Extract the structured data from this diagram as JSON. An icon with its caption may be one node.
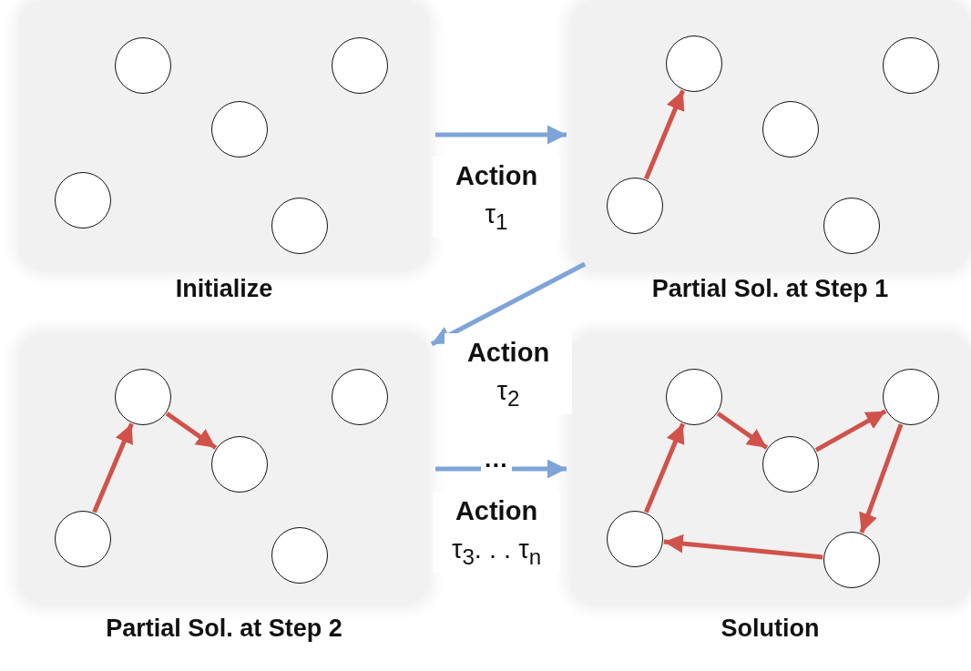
{
  "diagram": {
    "nodes": [
      {
        "text": [
          "Initialize"
        ]
      },
      {
        "text": [],
        "shape": "circle",
        "in": 0
      },
      {
        "text": [],
        "shape": "circle",
        "in": 0
      },
      {
        "text": [],
        "shape": "circle",
        "in": 0
      },
      {
        "text": [],
        "shape": "circle",
        "in": 0
      },
      {
        "text": [],
        "shape": "circle",
        "in": 0
      },
      {
        "text": [
          "Partial Sol. at Step 1"
        ]
      },
      {
        "text": [],
        "shape": "circle",
        "in": 6
      },
      {
        "text": [],
        "shape": "circle",
        "in": 6
      },
      {
        "text": [],
        "shape": "circle",
        "in": 6
      },
      {
        "text": [],
        "shape": "circle",
        "in": 6
      },
      {
        "text": [],
        "shape": "circle",
        "in": 6
      },
      {
        "text": [
          "Partial Sol. at Step 2"
        ]
      },
      {
        "text": [],
        "shape": "circle",
        "in": 12
      },
      {
        "text": [],
        "shape": "circle",
        "in": 12
      },
      {
        "text": [],
        "shape": "circle",
        "in": 12
      },
      {
        "text": [],
        "shape": "circle",
        "in": 12
      },
      {
        "text": [],
        "shape": "circle",
        "in": 12
      },
      {
        "text": [
          "Solution"
        ]
      },
      {
        "text": [],
        "shape": "circle",
        "in": 18
      },
      {
        "text": [],
        "shape": "circle",
        "in": 18
      },
      {
        "text": [],
        "shape": "circle",
        "in": 18
      },
      {
        "text": [],
        "shape": "circle",
        "in": 18
      },
      {
        "text": [],
        "shape": "circle",
        "in": 18
      }
    ],
    "edges": [
      {
        "from": 0,
        "to": 6,
        "arrow": "to",
        "label": "Action τ$_{1}$",
        "color": "#7ea4d8"
      },
      {
        "from": 10,
        "to": 7,
        "arrow": "to"
      },
      {
        "from": 6,
        "to": 12,
        "arrow": "to",
        "label": "Action τ$_{2}$",
        "color": "#7ea4d8"
      },
      {
        "from": 16,
        "to": 13,
        "arrow": "to"
      },
      {
        "from": 13,
        "to": 15,
        "arrow": "to"
      },
      {
        "from": 12,
        "to": 18,
        "arrow": "to",
        "label": "Action τ$_{3}$. . . τ$_{n}$",
        "color": "#7ea4d8"
      },
      {
        "from": 22,
        "to": 19,
        "arrow": "to"
      },
      {
        "from": 19,
        "to": 21,
        "arrow": "to"
      },
      {
        "from": 21,
        "to": 20,
        "arrow": "to"
      },
      {
        "from": 20,
        "to": 23,
        "arrow": "to"
      },
      {
        "from": 23,
        "to": 22,
        "arrow": "to"
      }
    ],
    "labels": [
      "···"
    ]
  }
}
